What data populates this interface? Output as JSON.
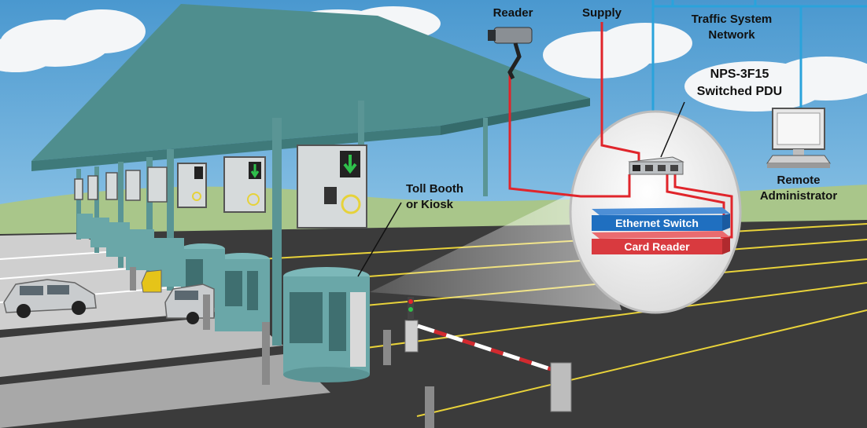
{
  "labels": {
    "reader": "Reader",
    "supply": "Supply",
    "traffic_network_1": "Traffic System",
    "traffic_network_2": "Network",
    "pdu_1": "NPS-3F15",
    "pdu_2": "Switched PDU",
    "toll_booth_1": "Toll Booth",
    "toll_booth_2": "or Kiosk",
    "remote_admin_1": "Remote",
    "remote_admin_2": "Administrator",
    "ethernet_switch": "Ethernet Switch",
    "card_reader": "Card Reader"
  },
  "colors": {
    "sky": "#5fa7d6",
    "canopy": "#4f8e8e",
    "booth": "#6aa7a8",
    "power_line": "#e0252b",
    "network_line": "#2aa3db",
    "ethernet_bar": "#1f6fc0",
    "card_reader_bar": "#d93a3f",
    "road": "#3b3b3b",
    "lane_line": "#e8d23a"
  }
}
